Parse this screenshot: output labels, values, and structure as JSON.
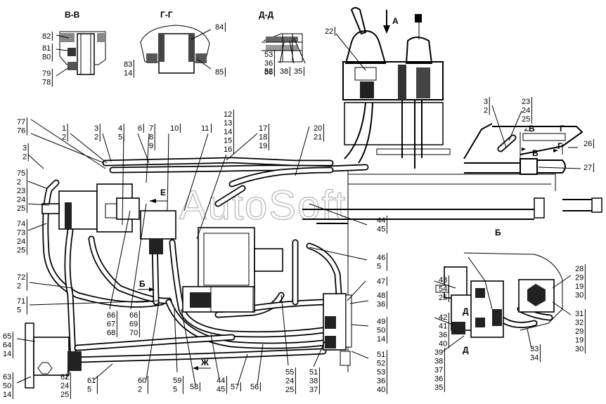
{
  "watermark": "AutoSoft",
  "sections": {
    "vv": "В-В",
    "gg": "Г-Г",
    "dd": "Д-Д",
    "view_a": "А",
    "view_b": "Б",
    "e": "Е",
    "b_arrow": "Б",
    "zh": "Ж",
    "v1": "В",
    "v2": "В",
    "g1": "Г",
    "g2": "Г",
    "d1": "Д",
    "d2": "Д"
  },
  "callouts": [
    {
      "id": "vv-a",
      "lines": [
        "82"
      ]
    },
    {
      "id": "vv-b",
      "lines": [
        "81",
        "80"
      ]
    },
    {
      "id": "vv-c",
      "lines": [
        "79",
        "78"
      ]
    },
    {
      "id": "gg-a",
      "lines": [
        "84"
      ]
    },
    {
      "id": "gg-b",
      "lines": [
        "83",
        "14"
      ]
    },
    {
      "id": "gg-c",
      "lines": [
        "85"
      ]
    },
    {
      "id": "dd-a",
      "lines": [
        "53",
        "36",
        "86"
      ]
    },
    {
      "id": "dd-b",
      "lines": [
        "52"
      ]
    },
    {
      "id": "dd-c",
      "lines": [
        "38"
      ]
    },
    {
      "id": "dd-d",
      "lines": [
        "35"
      ]
    },
    {
      "id": "c22",
      "lines": [
        "22"
      ]
    },
    {
      "id": "c77",
      "lines": [
        "77",
        "76"
      ]
    },
    {
      "id": "c1",
      "lines": [
        "1",
        "2"
      ]
    },
    {
      "id": "c3a",
      "lines": [
        "3",
        "2"
      ]
    },
    {
      "id": "c4",
      "lines": [
        "4",
        "5"
      ]
    },
    {
      "id": "c6",
      "lines": [
        "6"
      ]
    },
    {
      "id": "c7",
      "lines": [
        "7",
        "8",
        "9"
      ]
    },
    {
      "id": "c10",
      "lines": [
        "10"
      ]
    },
    {
      "id": "c11",
      "lines": [
        "11"
      ]
    },
    {
      "id": "c12",
      "lines": [
        "12",
        "13",
        "14",
        "15",
        "16"
      ]
    },
    {
      "id": "c17",
      "lines": [
        "17",
        "18",
        "19"
      ]
    },
    {
      "id": "c20",
      "lines": [
        "20",
        "21"
      ]
    },
    {
      "id": "c3b",
      "lines": [
        "3",
        "2"
      ]
    },
    {
      "id": "c75",
      "lines": [
        "75",
        "2"
      ]
    },
    {
      "id": "c23a",
      "lines": [
        "23",
        "24",
        "25"
      ]
    },
    {
      "id": "c74",
      "lines": [
        "74",
        "73",
        "24",
        "25"
      ]
    },
    {
      "id": "c3c",
      "lines": [
        "3",
        "2"
      ]
    },
    {
      "id": "c23b",
      "lines": [
        "23",
        "24",
        "25"
      ]
    },
    {
      "id": "c26",
      "lines": [
        "26"
      ]
    },
    {
      "id": "c27",
      "lines": [
        "27"
      ]
    },
    {
      "id": "c44a",
      "lines": [
        "44",
        "45"
      ]
    },
    {
      "id": "c46",
      "lines": [
        "46",
        "5"
      ]
    },
    {
      "id": "c47",
      "lines": [
        "47"
      ]
    },
    {
      "id": "c48",
      "lines": [
        "48",
        "36"
      ]
    },
    {
      "id": "c49",
      "lines": [
        "49",
        "50",
        "14"
      ]
    },
    {
      "id": "c51r",
      "lines": [
        "51",
        "52",
        "53",
        "36",
        "40"
      ]
    },
    {
      "id": "c72",
      "lines": [
        "72",
        "2"
      ]
    },
    {
      "id": "c71",
      "lines": [
        "71",
        "5"
      ]
    },
    {
      "id": "c66a",
      "lines": [
        "66",
        "67",
        "68"
      ]
    },
    {
      "id": "c66b",
      "lines": [
        "66",
        "69",
        "70"
      ]
    },
    {
      "id": "c65",
      "lines": [
        "65",
        "64",
        "14"
      ]
    },
    {
      "id": "c63",
      "lines": [
        "63",
        "50",
        "14"
      ]
    },
    {
      "id": "c62",
      "lines": [
        "62",
        "24",
        "25"
      ]
    },
    {
      "id": "c61",
      "lines": [
        "61",
        "5"
      ]
    },
    {
      "id": "c60",
      "lines": [
        "60",
        "2"
      ]
    },
    {
      "id": "c59",
      "lines": [
        "59",
        "5"
      ]
    },
    {
      "id": "c58",
      "lines": [
        "58"
      ]
    },
    {
      "id": "c44b",
      "lines": [
        "44",
        "45"
      ]
    },
    {
      "id": "c57",
      "lines": [
        "57"
      ]
    },
    {
      "id": "c56",
      "lines": [
        "56"
      ]
    },
    {
      "id": "c55",
      "lines": [
        "55",
        "24",
        "25"
      ]
    },
    {
      "id": "c51b",
      "lines": [
        "51",
        "38",
        "37"
      ]
    },
    {
      "id": "c43",
      "lines": [
        "43",
        "54",
        "25"
      ]
    },
    {
      "id": "c42",
      "lines": [
        "42",
        "41",
        "36",
        "40"
      ]
    },
    {
      "id": "c39",
      "lines": [
        "39",
        "38",
        "37",
        "36",
        "35"
      ]
    },
    {
      "id": "c33",
      "lines": [
        "33",
        "34"
      ]
    },
    {
      "id": "c28",
      "lines": [
        "28",
        "29",
        "19",
        "30"
      ]
    },
    {
      "id": "c31",
      "lines": [
        "31",
        "32",
        "29",
        "19",
        "30"
      ]
    }
  ]
}
